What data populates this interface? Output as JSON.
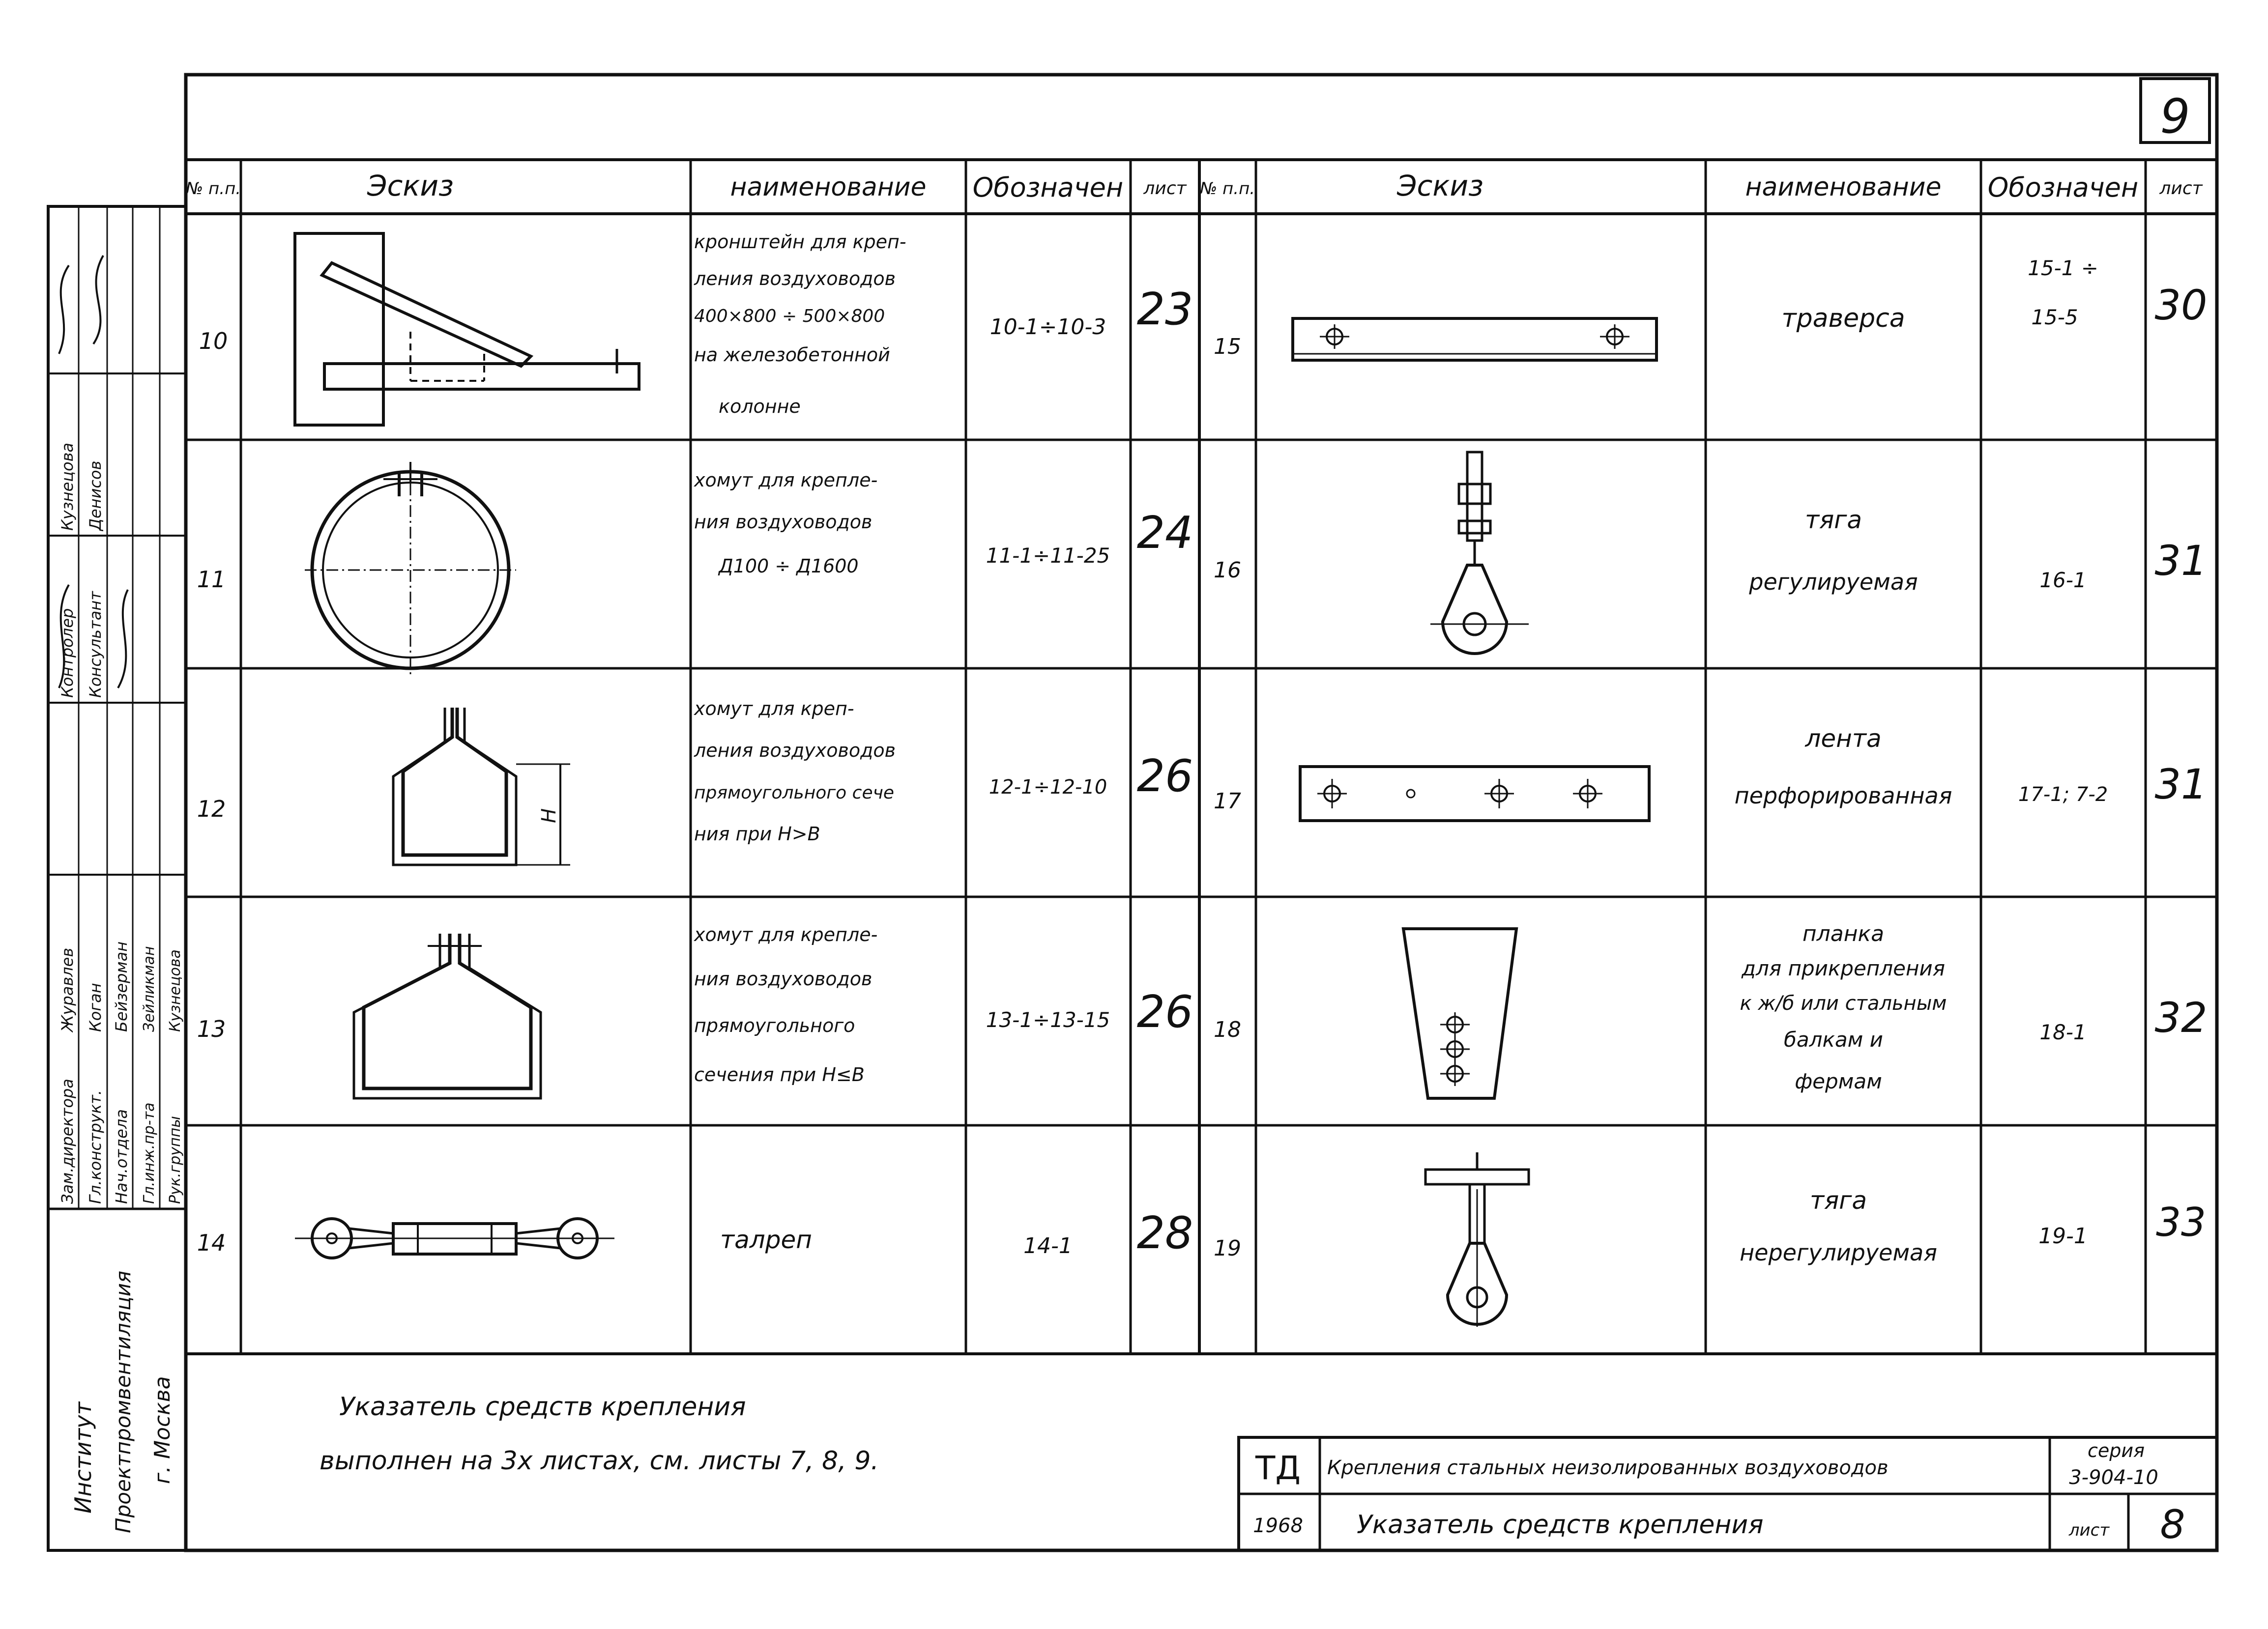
{
  "page_number": "9",
  "columns": {
    "left": {
      "no": "№ п.п.",
      "sketch": "Эскиз",
      "name": "наименование",
      "code": "Обозначен",
      "sheet": "лист"
    },
    "right": {
      "no": "№ п.п.",
      "sketch": "Эскиз",
      "name": "наименование",
      "code": "Обозначен",
      "sheet": "лист"
    }
  },
  "rows_left": [
    {
      "no": "10",
      "sketch": "bracket",
      "name_lines": [
        "кронштейн для креп-",
        "ления воздуховодов",
        "400×800 ÷ 500×800",
        "на железобетонной",
        "колонне"
      ],
      "code": "10-1÷10-3",
      "sheet": "23"
    },
    {
      "no": "11",
      "sketch": "round-clamp",
      "name_lines": [
        "хомут для крепле-",
        "ния воздуховодов",
        "Д100 ÷ Д1600"
      ],
      "code": "11-1÷11-25",
      "sheet": "24"
    },
    {
      "no": "12",
      "sketch": "rect-clamp-tall",
      "name_lines": [
        "хомут для креп-",
        "ления воздуховодов",
        "прямоугольного сече",
        "ния при Н>В"
      ],
      "code": "12-1÷12-10",
      "sheet": "26"
    },
    {
      "no": "13",
      "sketch": "rect-clamp-wide",
      "name_lines": [
        "хомут для крепле-",
        "ния воздуховодов",
        "прямоугольного",
        "сечения при Н≤В"
      ],
      "code": "13-1÷13-15",
      "sheet": "26"
    },
    {
      "no": "14",
      "sketch": "turnbuckle",
      "name_lines": [
        "талреп"
      ],
      "code": "14-1",
      "sheet": "28"
    }
  ],
  "rows_right": [
    {
      "no": "15",
      "sketch": "traverse",
      "name_lines": [
        "траверса"
      ],
      "code_lines": [
        "15-1 ÷",
        "15-5"
      ],
      "sheet": "30"
    },
    {
      "no": "16",
      "sketch": "adjustable-rod",
      "name_lines": [
        "тяга",
        "регулируемая"
      ],
      "code_lines": [
        "16-1"
      ],
      "sheet": "31"
    },
    {
      "no": "17",
      "sketch": "perforated-strip",
      "name_lines": [
        "лента",
        "перфорированная"
      ],
      "code_lines": [
        "17-1; 7-2"
      ],
      "sheet": "31"
    },
    {
      "no": "18",
      "sketch": "plate",
      "name_lines": [
        "планка",
        "для прикрепления",
        "к ж/б или стальным",
        "балкам и",
        "фермам"
      ],
      "code_lines": [
        "18-1"
      ],
      "sheet": "32"
    },
    {
      "no": "19",
      "sketch": "fixed-rod",
      "name_lines": [
        "тяга",
        "нерегулируемая"
      ],
      "code_lines": [
        "19-1"
      ],
      "sheet": "33"
    }
  ],
  "sketch_label": "Н",
  "note_lines": [
    "Указатель средств крепления",
    "выполнен на 3х листах, см. листы 7, 8, 9."
  ],
  "side_stamp": {
    "roles": [
      "Зам.директора",
      "Гл.конструкт.",
      "Нач.отдела",
      "Гл.инж.пр-та",
      "Рук.группы"
    ],
    "names": [
      "Журавлев",
      "Коган",
      "Бейзерман",
      "Зейликман",
      "Кузнецова"
    ],
    "checkers_roles": [
      "Контролер",
      "Консультант"
    ],
    "checkers_names": [
      "Кузнецова",
      "Денисов"
    ],
    "institute_lines": [
      "Институт",
      "Проектпромвентиляция",
      "г. Москва"
    ]
  },
  "title_block": {
    "code": "ТД",
    "year": "1968",
    "title1": "Крепления стальных неизолированных воздуховодов",
    "title2": "Указатель средств крепления",
    "series_label": "серия",
    "series": "3-904-10",
    "sheet_label": "лист",
    "sheet": "8"
  },
  "colors": {
    "ink": "#111111",
    "paper": "#ffffff"
  }
}
